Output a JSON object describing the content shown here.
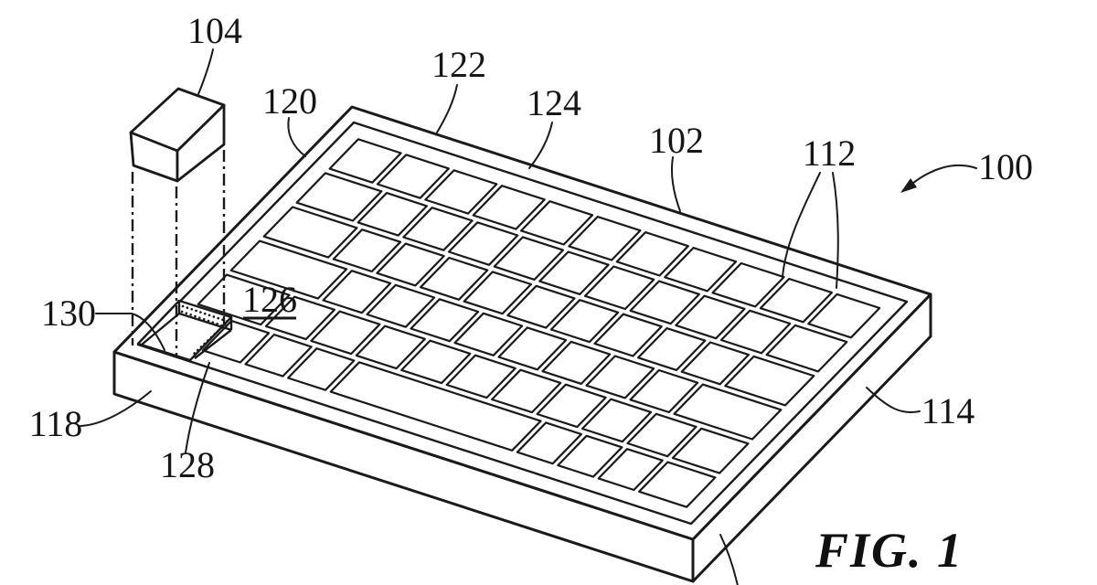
{
  "figure": {
    "caption": "FIG. 1",
    "labels": {
      "l104": "104",
      "l120": "120",
      "l122": "122",
      "l124": "124",
      "l102": "102",
      "l112": "112",
      "l100": "100",
      "l130": "130",
      "l126": "126",
      "l118": "118",
      "l128": "128",
      "l114": "114"
    }
  }
}
